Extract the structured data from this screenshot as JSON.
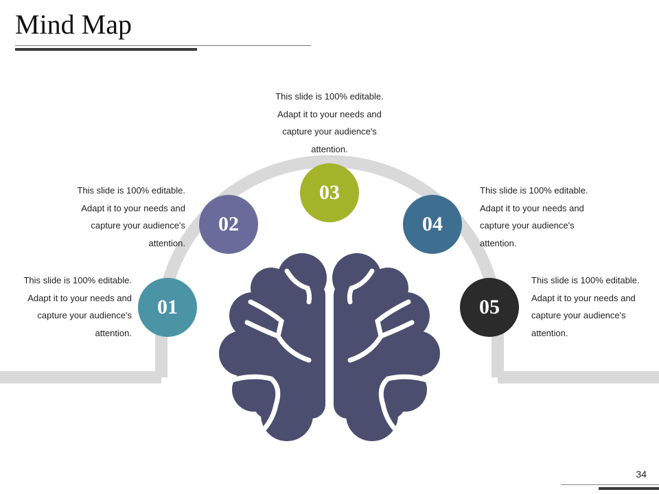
{
  "title": "Mind Map",
  "page_number": "34",
  "icons": {
    "center": "brain-icon"
  },
  "nodes": [
    {
      "number": "01",
      "color": "#4a94a6",
      "text": "This slide is 100% editable. Adapt it to your needs and capture your audience's attention."
    },
    {
      "number": "02",
      "color": "#696c9b",
      "text": "This slide is 100% editable. Adapt it to your needs and capture your audience's attention."
    },
    {
      "number": "03",
      "color": "#a3b42b",
      "text": "This slide is 100% editable. Adapt it to your needs and capture your audience's attention."
    },
    {
      "number": "04",
      "color": "#3e6f91",
      "text": "This slide is 100% editable. Adapt it to your needs and capture your audience's attention."
    },
    {
      "number": "05",
      "color": "#2b2b2b",
      "text": "This slide is 100% editable. Adapt it to your needs and capture your audience's attention."
    }
  ],
  "colors": {
    "connector": "#d9d9d9",
    "brain": "#4c4e6f"
  }
}
